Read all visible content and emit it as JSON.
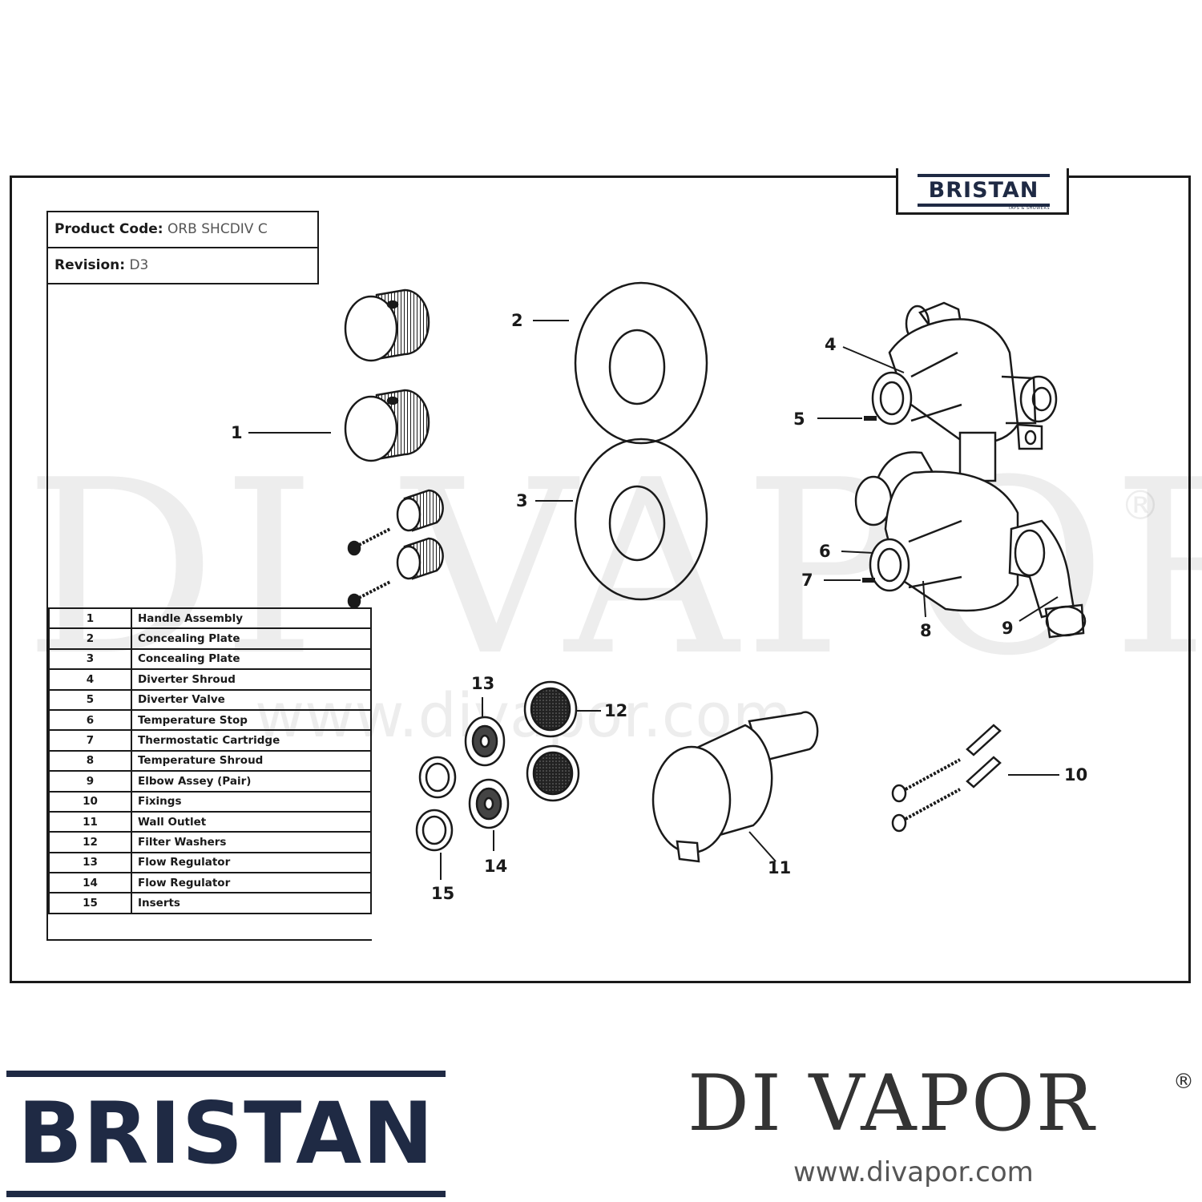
{
  "header": {
    "brand_small": "BRISTAN",
    "brand_small_tagline": "TAPS & SHOWERS"
  },
  "info": {
    "product_code_label": "Product Code:",
    "product_code_value": "ORB SHCDIV C",
    "revision_label": "Revision:",
    "revision_value": "D3"
  },
  "parts": [
    {
      "num": "1",
      "desc": "Handle Assembly"
    },
    {
      "num": "2",
      "desc": "Concealing Plate"
    },
    {
      "num": "3",
      "desc": "Concealing Plate"
    },
    {
      "num": "4",
      "desc": "Diverter Shroud"
    },
    {
      "num": "5",
      "desc": "Diverter Valve"
    },
    {
      "num": "6",
      "desc": "Temperature Stop"
    },
    {
      "num": "7",
      "desc": "Thermostatic Cartridge"
    },
    {
      "num": "8",
      "desc": "Temperature Shroud"
    },
    {
      "num": "9",
      "desc": "Elbow Assey (Pair)"
    },
    {
      "num": "10",
      "desc": "Fixings"
    },
    {
      "num": "11",
      "desc": "Wall Outlet"
    },
    {
      "num": "12",
      "desc": "Filter Washers"
    },
    {
      "num": "13",
      "desc": "Flow Regulator"
    },
    {
      "num": "14",
      "desc": "Flow Regulator"
    },
    {
      "num": "15",
      "desc": "Inserts"
    }
  ],
  "callouts": [
    "1",
    "2",
    "3",
    "4",
    "5",
    "6",
    "7",
    "8",
    "9",
    "10",
    "11",
    "12",
    "13",
    "14",
    "15"
  ],
  "watermark": {
    "big": "DI VAPOR",
    "reg": "®",
    "url": "www.divapor.com"
  },
  "footer": {
    "brand_large": "BRISTAN",
    "divapor_name": "DI VAPOR",
    "divapor_reg": "®",
    "divapor_url": "www.divapor.com"
  },
  "colors": {
    "brand_navy": "#1f2a44",
    "line": "#1a1a1a"
  }
}
